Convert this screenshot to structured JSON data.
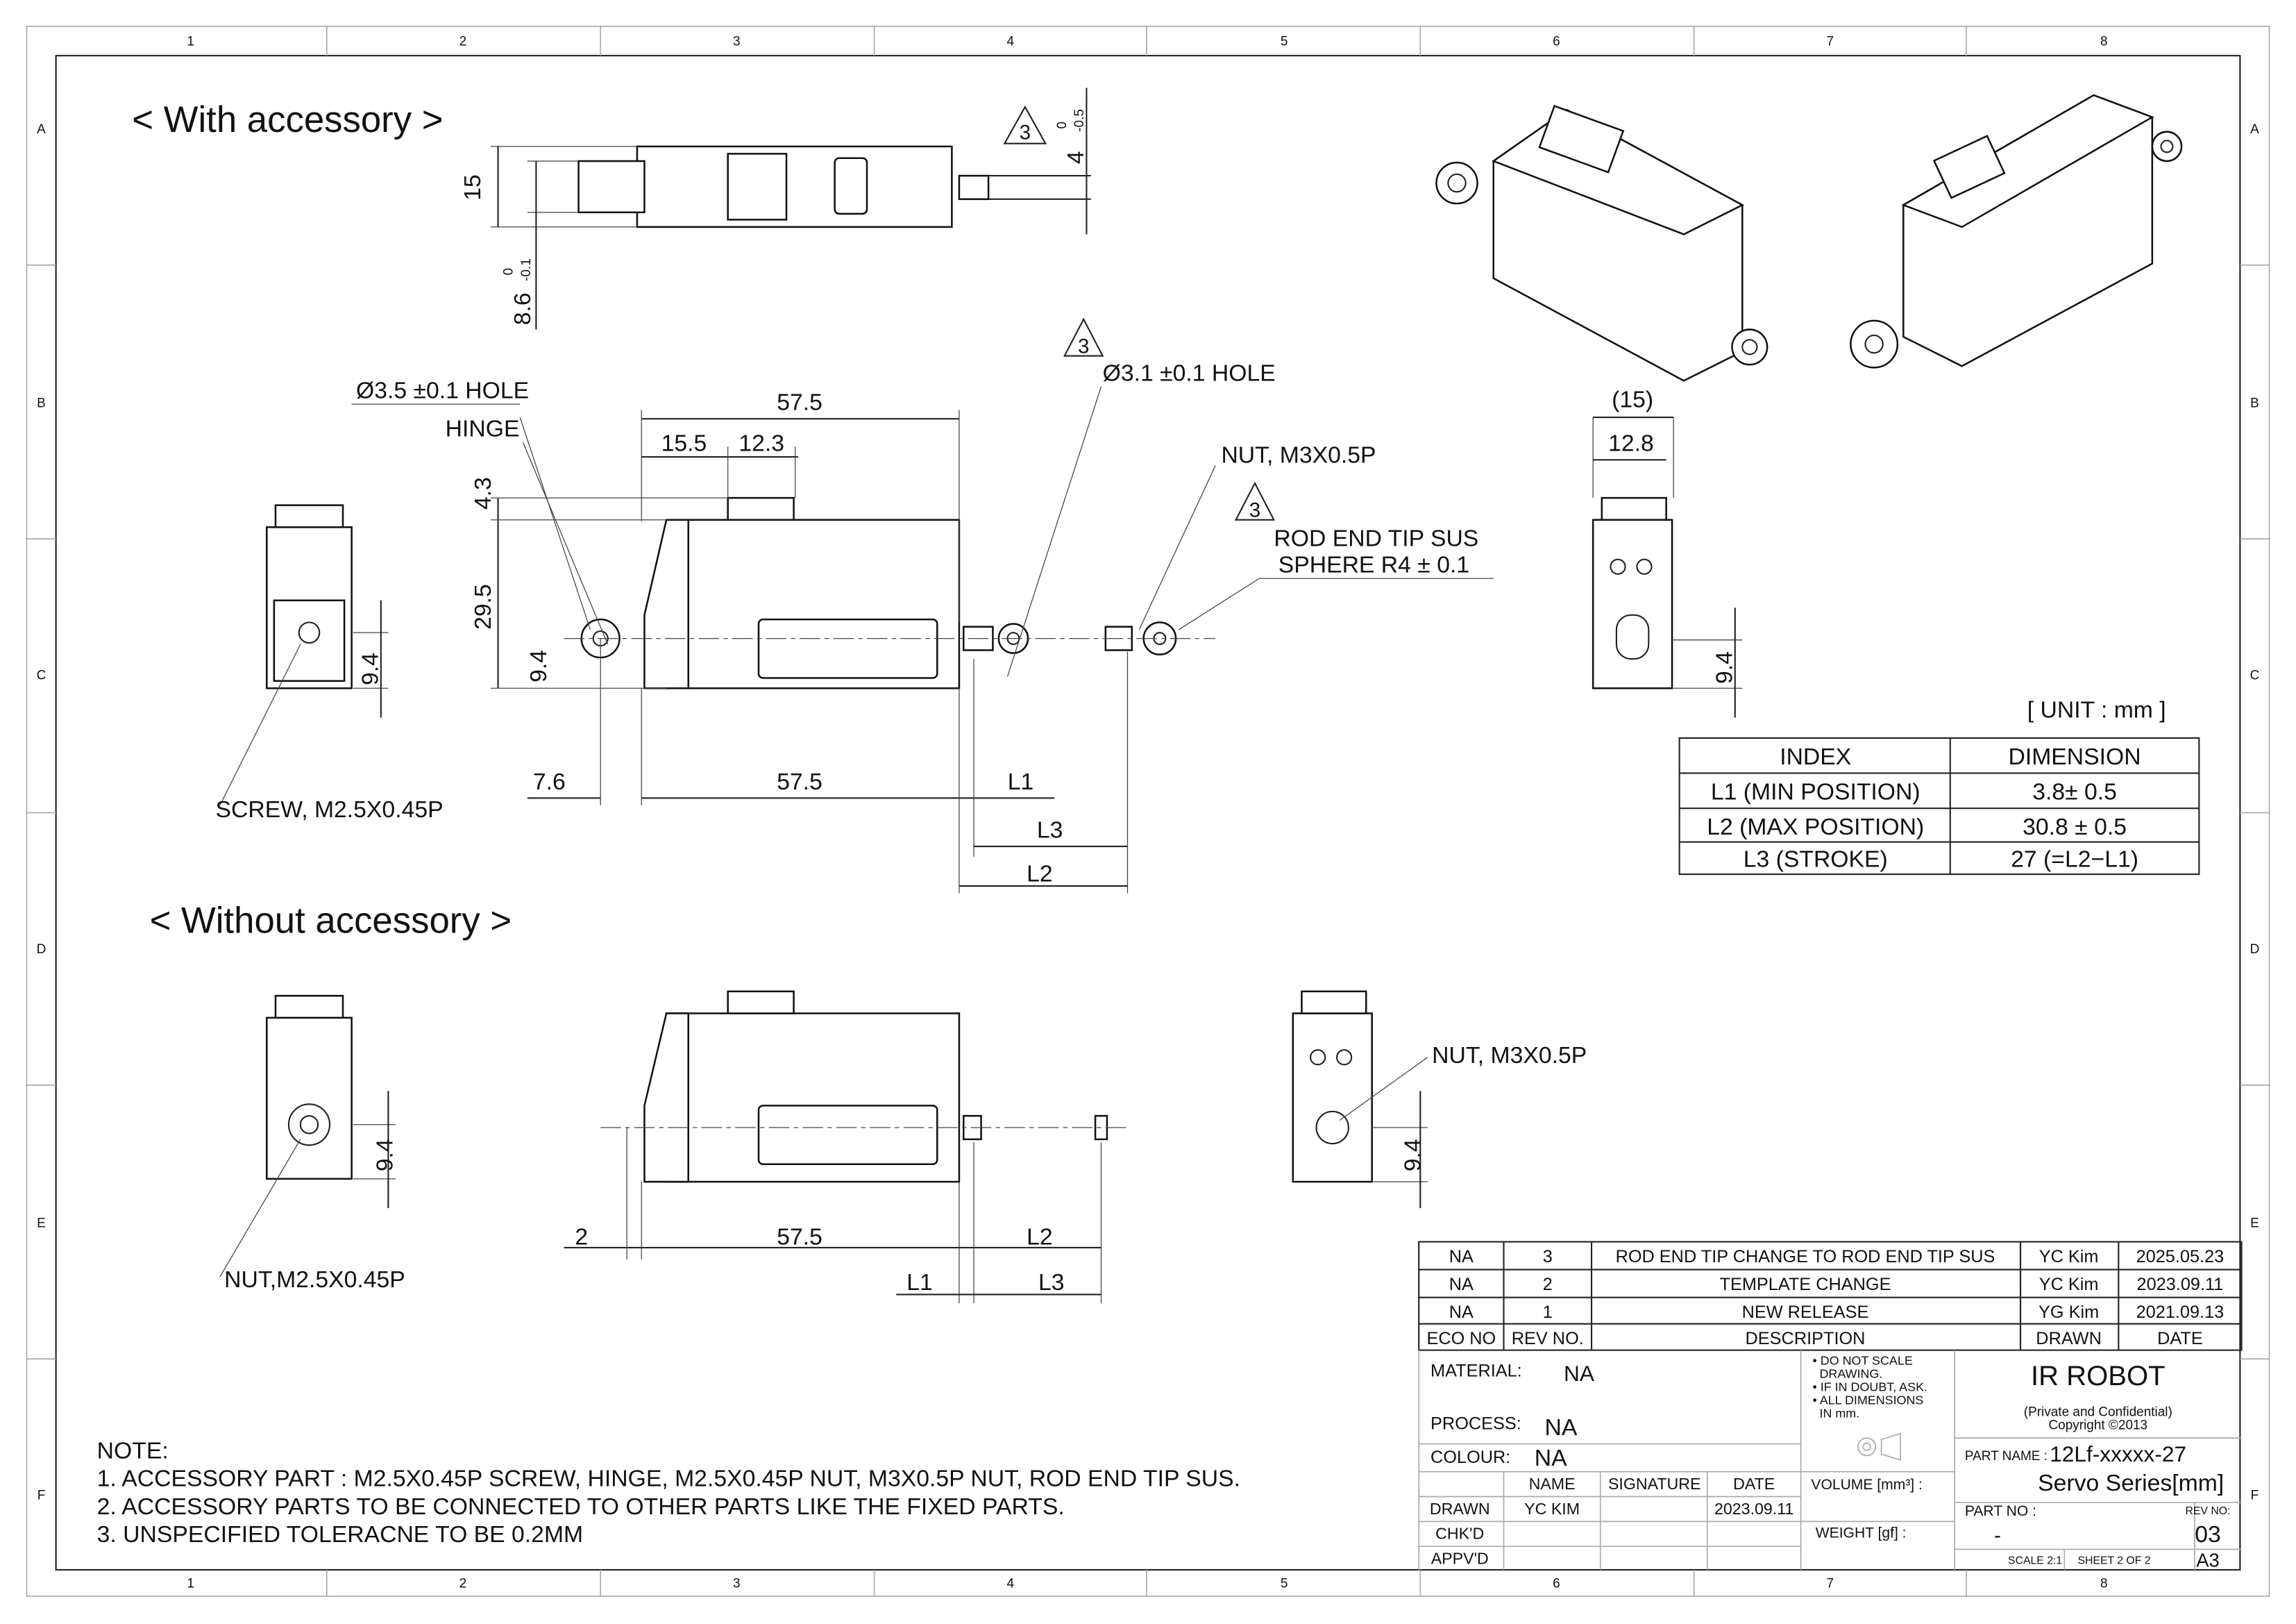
{
  "frame": {
    "columns": [
      "1",
      "2",
      "3",
      "4",
      "5",
      "6",
      "7",
      "8"
    ],
    "rows": [
      "A",
      "B",
      "C",
      "D",
      "E",
      "F"
    ]
  },
  "headings": {
    "with_accessory": "< With accessory >",
    "without_accessory": "< Without accessory >"
  },
  "revision_marker": "3",
  "dimensions_top": {
    "width_15": "15",
    "d_8_6": "8.6",
    "d_8_6_tol_upper": "0",
    "d_8_6_tol_lower": "-0.1",
    "d_4": "4",
    "d_4_tol_upper": "0",
    "d_4_tol_lower": "-0.5"
  },
  "dimensions_side_with": {
    "overall": "57.5",
    "d_15_5": "15.5",
    "d_12_3": "12.3",
    "d_4_3": "4.3",
    "d_29_5": "29.5",
    "d_9_4": "9.4",
    "hole_left": "Ø3.5 ±0.1 HOLE",
    "hinge": "HINGE",
    "hole_right": "Ø3.1 ±0.1 HOLE",
    "nut": "NUT, M3X0.5P",
    "rod_end_1": "ROD END TIP SUS",
    "rod_end_2": "SPHERE R4 ± 0.1",
    "d_7_6": "7.6",
    "body": "57.5",
    "l1": "L1",
    "l3": "L3",
    "l2": "L2"
  },
  "left_view_with": {
    "d_9_4": "9.4",
    "screw": "SCREW, M2.5X0.45P"
  },
  "right_view_with": {
    "d_15": "(15)",
    "d_12_8": "12.8",
    "d_9_4": "9.4"
  },
  "unit_label": "[ UNIT : mm ]",
  "index_table": {
    "headers": [
      "INDEX",
      "DIMENSION"
    ],
    "rows": [
      [
        "L1 (MIN POSITION)",
        "3.8± 0.5"
      ],
      [
        "L2 (MAX POSITION)",
        "30.8 ± 0.5"
      ],
      [
        "L3 (STROKE)",
        "27 (=L2−L1)"
      ]
    ]
  },
  "without": {
    "left_d_9_4": "9.4",
    "left_nut": "NUT,M2.5X0.45P",
    "right_nut": "NUT, M3X0.5P",
    "right_d_9_4": "9.4",
    "d_2": "2",
    "body": "57.5",
    "l2": "L2",
    "l1": "L1",
    "l3": "L3"
  },
  "notes": {
    "title": "NOTE:",
    "items": [
      "1. ACCESSORY PART :  M2.5X0.45P SCREW, HINGE, M2.5X0.45P NUT, M3X0.5P NUT, ROD END TIP SUS.",
      "2. ACCESSORY PARTS TO BE CONNECTED TO OTHER PARTS LIKE THE  FIXED PARTS.",
      "3. UNSPECIFIED TOLERACNE TO BE 0.2MM"
    ]
  },
  "revisions": {
    "headers": [
      "ECO NO",
      "REV NO.",
      "DESCRIPTION",
      "DRAWN",
      "DATE"
    ],
    "rows": [
      [
        "NA",
        "3",
        "ROD END TIP CHANGE TO ROD END TIP SUS",
        "YC Kim",
        "2025.05.23"
      ],
      [
        "NA",
        "2",
        "TEMPLATE CHANGE",
        "YC Kim",
        "2023.09.11"
      ],
      [
        "NA",
        "1",
        "NEW RELEASE",
        "YG Kim",
        "2021.09.13"
      ]
    ]
  },
  "title_block": {
    "material_label": "MATERIAL:",
    "material": "NA",
    "process_label": "PROCESS:",
    "process": "NA",
    "colour_label": "COLOUR:",
    "colour": "NA",
    "sign_headers": [
      "NAME",
      "SIGNATURE",
      "DATE"
    ],
    "sign_rows": [
      [
        "DRAWN",
        "YC KIM",
        "",
        "2023.09.11"
      ],
      [
        "CHK'D",
        "",
        "",
        ""
      ],
      [
        "APPV'D",
        "",
        "",
        ""
      ]
    ],
    "instructions": [
      "• DO NOT SCALE",
      "  DRAWING.",
      "• IF IN DOUBT, ASK.",
      "• ALL DIMENSIONS",
      "  IN mm."
    ],
    "volume_label": "VOLUME [mm³] :",
    "weight_label": "WEIGHT [gf] :",
    "company": "IR ROBOT",
    "confidential": "(Private and Confidential)",
    "copyright": "Copyright ©2013",
    "part_name_label": "PART NAME :",
    "part_name": "12Lf-xxxxx-27",
    "part_series": "Servo Series[mm]",
    "part_no_label": "PART NO :",
    "part_no": "-",
    "rev_no_label": "REV NO:",
    "rev_no": "03",
    "scale": "SCALE  2:1",
    "sheet": "SHEET 2 OF 2",
    "size": "A3"
  }
}
